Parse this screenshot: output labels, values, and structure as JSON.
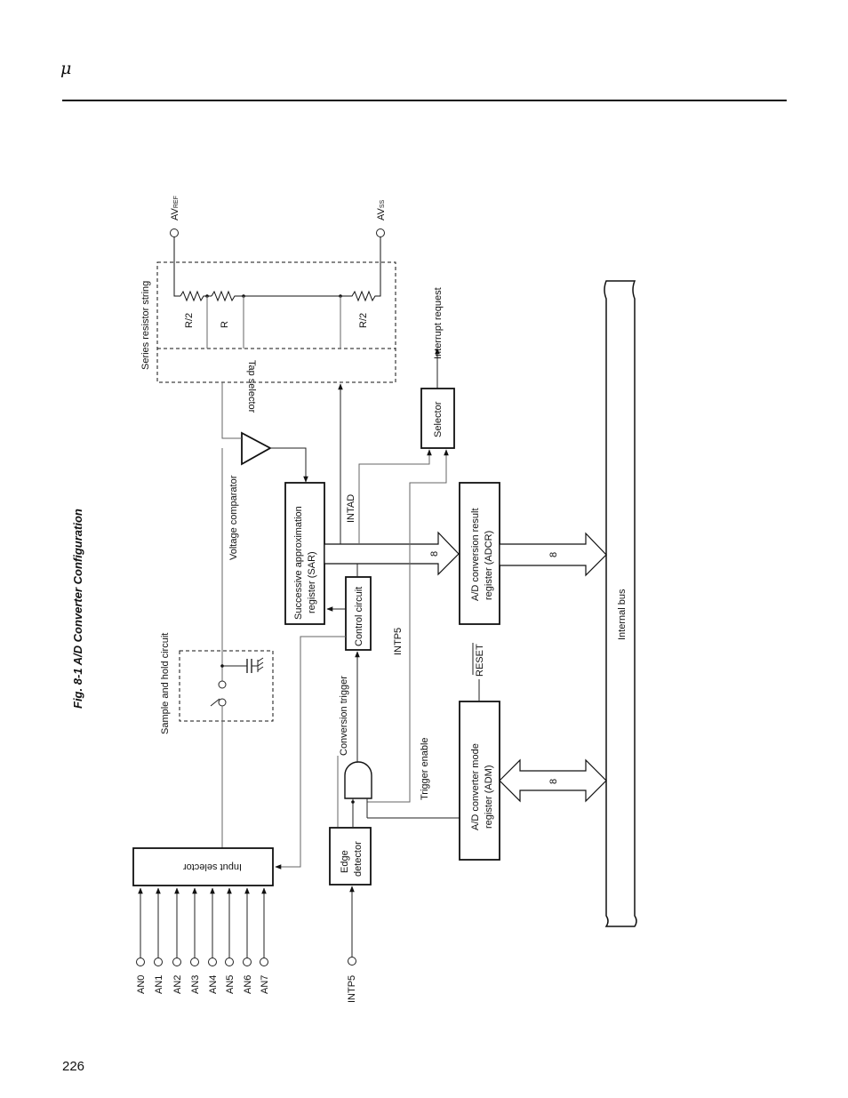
{
  "header": {
    "symbol": "μ"
  },
  "page_number": "226",
  "figure": {
    "caption": "Fig. 8-1  A/D Converter Configuration",
    "labels": {
      "av_ref": "AV",
      "av_ref_sub": "REF",
      "av_ss": "AV",
      "av_ss_sub": "SS",
      "series_resistor_string": "Series resistor string",
      "r_half_top": "R/2",
      "r_mid": "R",
      "r_half_bottom": "R/2",
      "tap_selector": "Tap selector",
      "interrupt_request": "Interrupt request",
      "selector": "Selector",
      "voltage_comparator": "Voltage comparator",
      "sar_line1": "Successive approximation",
      "sar_line2": "register (SAR)",
      "intad": "INTAD",
      "adcr_line1": "A/D conversion result",
      "adcr_line2": "register (ADCR)",
      "bus_width_sar": "8",
      "bus_width_adcr": "8",
      "bus_width_adm": "8",
      "control_circuit": "Control circuit",
      "intp5_internal": "INTP5",
      "sample_hold": "Sample and hold circuit",
      "conversion_trigger": "Conversion trigger",
      "trigger_enable": "Trigger enable",
      "reset": "RESET",
      "adm_line1": "A/D converter mode",
      "adm_line2": "register (ADM)",
      "internal_bus": "Internal bus",
      "input_selector": "Input selector",
      "edge_detector_line1": "Edge",
      "edge_detector_line2": "detector",
      "intp5_pin": "INTP5",
      "analog_inputs": [
        "AN0",
        "AN1",
        "AN2",
        "AN3",
        "AN4",
        "AN5",
        "AN6",
        "AN7"
      ]
    }
  }
}
